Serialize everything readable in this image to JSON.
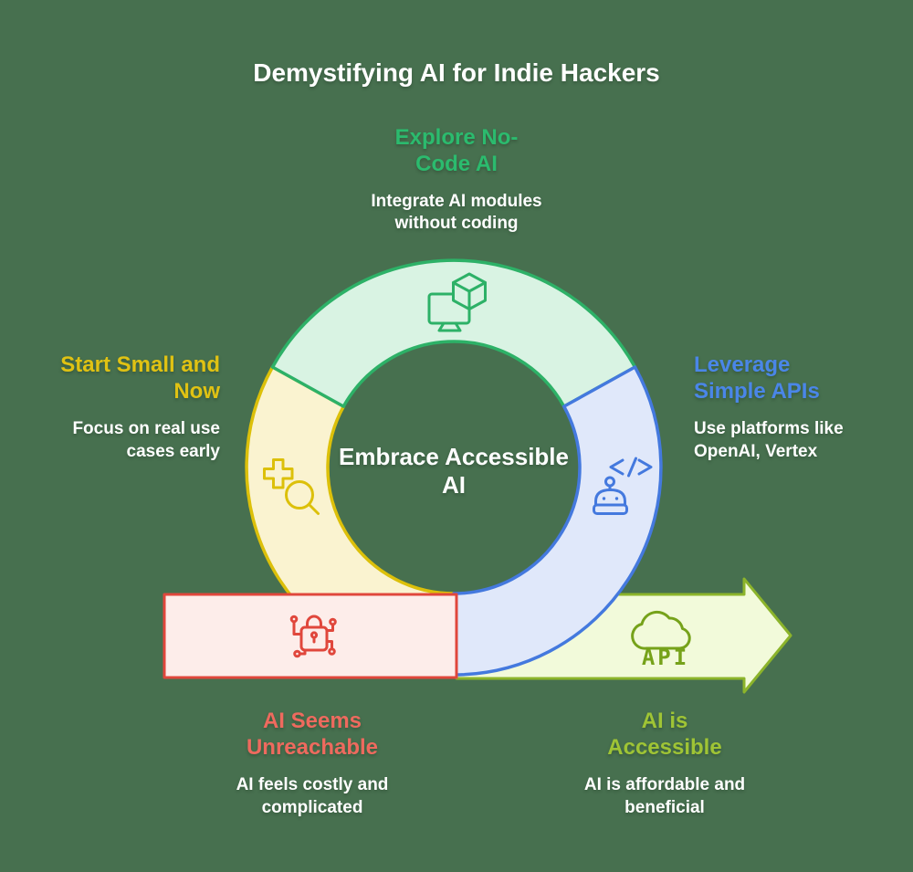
{
  "title": "Demystifying AI for Indie Hackers",
  "center_label_lines": [
    "Embrace Accessible",
    "AI"
  ],
  "sections": {
    "top": {
      "heading_lines": [
        "Explore No-",
        "Code AI"
      ],
      "body_lines": [
        "Integrate AI modules",
        "without coding"
      ],
      "heading_color": "#2bbb6e",
      "icon": "monitor-cube-icon"
    },
    "left": {
      "heading_lines": [
        "Start Small and",
        "Now"
      ],
      "body_lines": [
        "Focus on real use",
        "cases early"
      ],
      "heading_color": "#e0c213",
      "icon": "plus-search-icon"
    },
    "right": {
      "heading_lines": [
        "Leverage",
        "Simple APIs"
      ],
      "body_lines": [
        "Use platforms like",
        "OpenAI, Vertex"
      ],
      "heading_color": "#4a86e8",
      "icon": "robot-code-icon"
    },
    "bottom_left": {
      "heading_lines": [
        "AI Seems",
        "Unreachable"
      ],
      "body_lines": [
        "AI feels costly and",
        "complicated"
      ],
      "heading_color": "#ee6a5e",
      "icon": "lock-circuit-icon"
    },
    "bottom_right": {
      "heading_lines": [
        "AI is",
        "Accessible"
      ],
      "body_lines": [
        "AI is affordable and",
        "beneficial"
      ],
      "heading_color": "#9fc435",
      "icon": "cloud-api-icon"
    }
  },
  "api_label": "API",
  "colors": {
    "background": "#47704f",
    "title_text": "#ffffff",
    "green_segment_fill": "#d9f3e3",
    "green_segment_stroke": "#2db167",
    "yellow_segment_fill": "#faf3d0",
    "yellow_segment_stroke": "#dcc00a",
    "blue_segment_fill": "#e0e8fa",
    "blue_segment_stroke": "#4479de",
    "red_box_fill": "#fdedea",
    "red_box_stroke": "#e0473c",
    "arrow_fill": "#f2fada",
    "arrow_stroke": "#8cb42b",
    "api_icon_color": "#76a21a"
  }
}
